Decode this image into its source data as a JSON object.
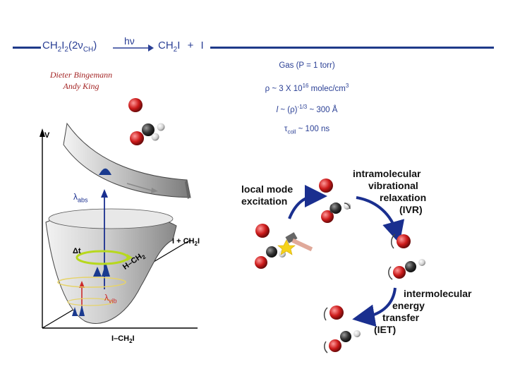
{
  "header": {
    "reactant": "CH2I2(2νCH)",
    "photon": "hν",
    "product_1": "CH2I",
    "plus": "+",
    "product_2": "I"
  },
  "authors": [
    "Dieter Bingemann",
    "Andy King"
  ],
  "conditions": [
    "Gas (P = 1 torr)",
    "ρ ~ 3 X 10^16 molec/cm^3",
    "l ~ (ρ)^-1/3 ~ 300 Å",
    "τcoll ~ 100 ns"
  ],
  "surface_labels": {
    "v_axis": "V",
    "lambda_abs": "λabs",
    "delta_t": "Δt",
    "i_ch2i": "I + CH2I",
    "h_ch2": "H–CH2",
    "lambda_vib": "λvib",
    "i_ch2i_axis": "I–CH2I"
  },
  "processes": {
    "local_mode": [
      "local mode",
      "excitation"
    ],
    "ivr": [
      "intramolecular",
      "vibrational",
      "relaxation",
      "(IVR)"
    ],
    "iet": [
      "intermolecular",
      "energy",
      "transfer",
      "(IET)"
    ]
  },
  "colors": {
    "header_line": "#1f3a8a",
    "header_text": "#2a3f95",
    "authors": "#a32323",
    "arrow": "#1a2f8f",
    "iodine": "#cc1a1a",
    "carbon": "#333333",
    "lambda_abs": "#1a2f8f",
    "lambda_vib": "#cc2a2a"
  }
}
